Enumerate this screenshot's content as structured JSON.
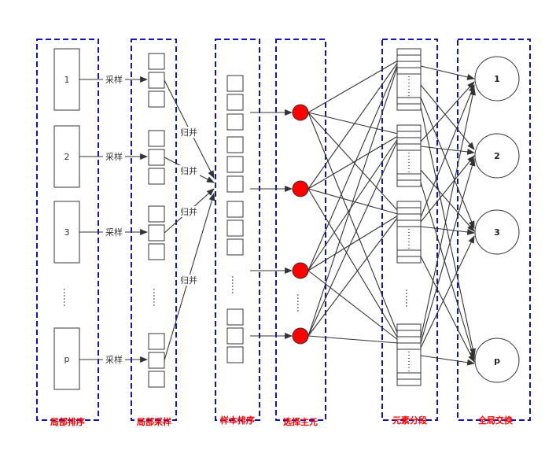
{
  "stages": [
    {
      "caption": "局部排序"
    },
    {
      "caption": "局部采样"
    },
    {
      "caption": "样本排序"
    },
    {
      "caption": "选择主元"
    },
    {
      "caption": "元素分段"
    },
    {
      "caption": "全局交换"
    }
  ],
  "local_blocks": [
    "1",
    "2",
    "3",
    "p"
  ],
  "ellipsis": "……",
  "sample_label": "采样",
  "merge_label": "归并",
  "outputs": [
    "1",
    "2",
    "3",
    "p"
  ],
  "colors": {
    "frame": "#1111cc",
    "caption": "#ff0000",
    "pivot": "#ff0000",
    "line": "#333333"
  }
}
